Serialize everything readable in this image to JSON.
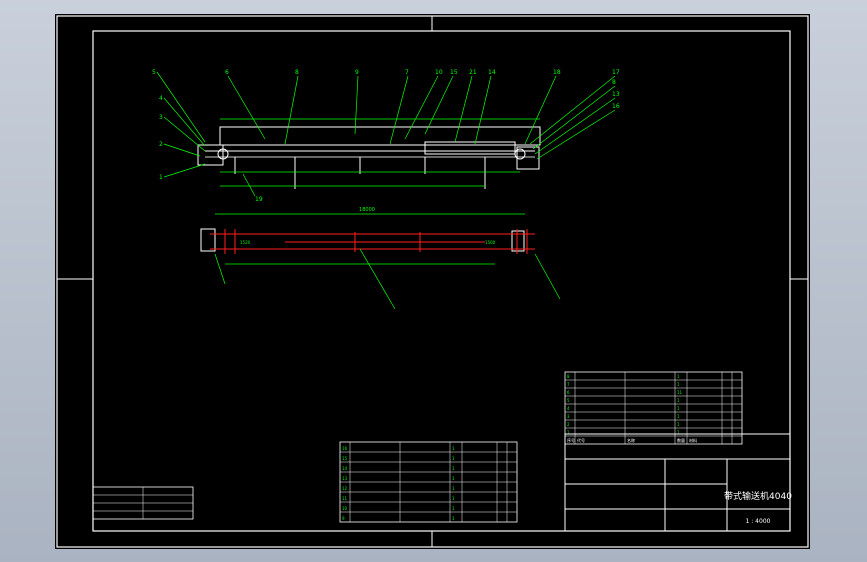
{
  "drawing": {
    "title": "带式输送机4040",
    "scale": "1 : 4000",
    "colors": {
      "background": "#000000",
      "frame": "#ffffff",
      "leader": "#00ff00",
      "dimension": "#00ff00",
      "center_line": "#ff2020",
      "table_line": "#ffffff",
      "table_text": "#00ff00"
    }
  },
  "callouts": {
    "top": [
      "6",
      "8",
      "9",
      "7",
      "10",
      "15",
      "21",
      "14",
      "18",
      "17",
      "8",
      "13",
      "16"
    ],
    "left": [
      "5",
      "4",
      "3",
      "2",
      "1"
    ],
    "bottom": [
      "19"
    ]
  },
  "plan_view": {
    "total_length": "18000",
    "dim_a": "1520",
    "dim_b": "1500"
  },
  "parts_table_right": {
    "headers": [
      "序号",
      "代号",
      "名称",
      "数量",
      "材料"
    ],
    "rows": [
      [
        "8",
        "",
        "",
        "1",
        "",
        "",
        ""
      ],
      [
        "7",
        "",
        "",
        "1",
        "",
        "",
        ""
      ],
      [
        "6",
        "",
        "",
        "11",
        "",
        "",
        ""
      ],
      [
        "5",
        "",
        "",
        "1",
        "",
        "",
        ""
      ],
      [
        "4",
        "",
        "",
        "1",
        "",
        "",
        ""
      ],
      [
        "3",
        "",
        "",
        "1",
        "",
        "",
        ""
      ],
      [
        "2",
        "",
        "",
        "1",
        "",
        "",
        ""
      ],
      [
        "1",
        "",
        "",
        "1",
        "",
        "",
        ""
      ]
    ]
  },
  "parts_table_center": {
    "rows": [
      [
        "16",
        "",
        "",
        "1",
        "",
        "",
        ""
      ],
      [
        "15",
        "",
        "",
        "1",
        "",
        "",
        ""
      ],
      [
        "14",
        "",
        "",
        "1",
        "",
        "",
        ""
      ],
      [
        "13",
        "",
        "",
        "1",
        "",
        "",
        ""
      ],
      [
        "12",
        "",
        "",
        "1",
        "",
        "",
        ""
      ],
      [
        "11",
        "",
        "",
        "1",
        "",
        "",
        ""
      ],
      [
        "10",
        "",
        "",
        "1",
        "",
        "",
        ""
      ],
      [
        "9",
        "",
        "",
        "1",
        "",
        "",
        ""
      ]
    ]
  },
  "small_table_left": {
    "rows": [
      [
        "",
        ""
      ],
      [
        "",
        ""
      ],
      [
        "",
        ""
      ],
      [
        "",
        ""
      ]
    ]
  }
}
